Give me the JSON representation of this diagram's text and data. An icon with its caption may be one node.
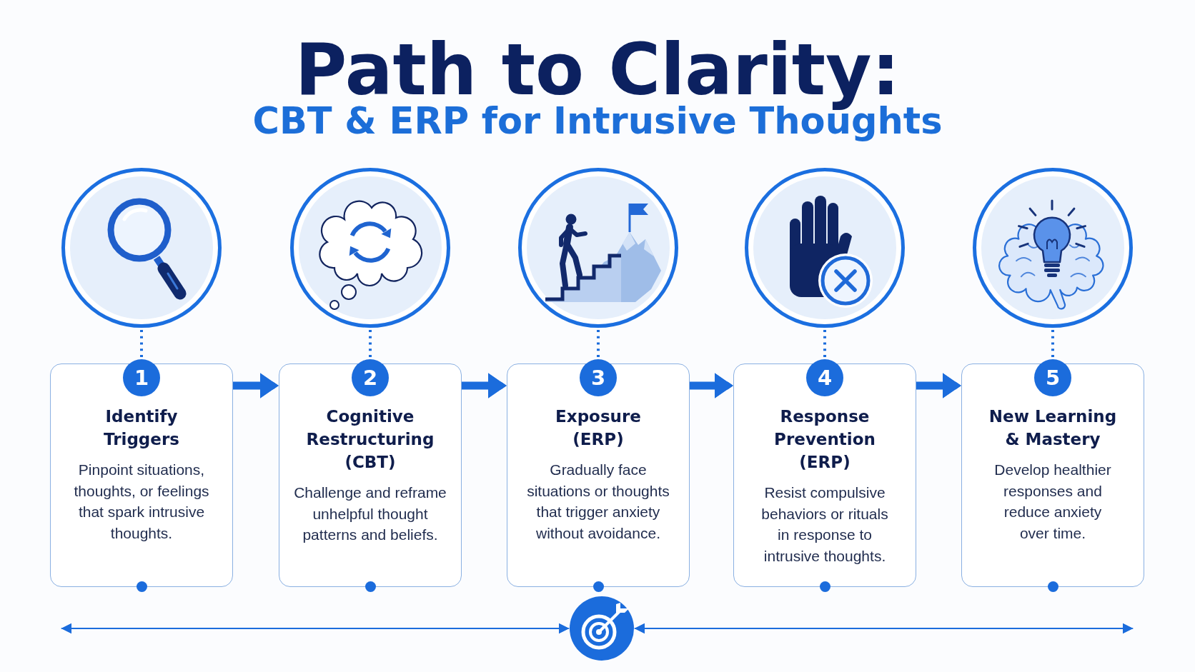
{
  "diagram": {
    "title": "Path to Clarity:",
    "nodes": [
      {
        "text": [],
        "shape": "circle"
      },
      {
        "text": [],
        "shape": "circle"
      },
      {
        "text": [],
        "shape": "circle"
      },
      {
        "text": [],
        "shape": "circle"
      },
      {
        "text": [],
        "shape": "circle"
      },
      {
        "text": [
          "Identify Triggers",
          "Pinpoint situations, thoughts, or feelings that spark intrusive thoughts."
        ]
      },
      {
        "text": [
          "Cognitive Restructuring (CBT)",
          "Challenge and reframe unhelpful thought patterns and beliefs."
        ]
      },
      {
        "text": [
          "Exposure (ERP)",
          "Gradually face situations or thoughts that trigger anxiety without avoidance."
        ]
      },
      {
        "text": [
          "Response Prevention (ERP)",
          "Resist compulsive behaviors or rituals in response to intrusive thoughts."
        ]
      },
      {
        "text": [
          "New Learning & Mastery",
          "Develop healthier responses and reduce anxiety over time."
        ]
      },
      {
        "text": [
          "1"
        ]
      },
      {
        "text": [
          "2"
        ]
      },
      {
        "text": [
          "3"
        ]
      },
      {
        "text": [
          "4"
        ]
      },
      {
        "text": [
          "5"
        ]
      },
      {
        "text": [],
        "shape": "circle"
      }
    ],
    "edges": [
      {
        "from": 0,
        "to": 10,
        "arrow": "none",
        "style": "dashed"
      },
      {
        "from": 1,
        "to": 11,
        "arrow": "none",
        "style": "dashed"
      },
      {
        "from": 2,
        "to": 12,
        "arrow": "none",
        "style": "dashed"
      },
      {
        "from": 3,
        "to": 13,
        "arrow": "none",
        "style": "dashed"
      },
      {
        "from": 4,
        "to": 14,
        "arrow": "none",
        "style": "dashed"
      },
      {
        "from": 5,
        "to": 6,
        "arrow": "to",
        "style": "thick"
      },
      {
        "from": 6,
        "to": 7,
        "arrow": "to",
        "style": "thick"
      },
      {
        "from": 7,
        "to": 8,
        "arrow": "to",
        "style": "thick"
      },
      {
        "from": 8,
        "to": 9,
        "arrow": "to",
        "style": "thick"
      },
      {
        "from": null,
        "to": 15,
        "arrow": "both"
      },
      {
        "from": 15,
        "to": null,
        "arrow": "both"
      }
    ],
    "labels": [
      "CBT & ERP for Intrusive Thoughts"
    ]
  }
}
